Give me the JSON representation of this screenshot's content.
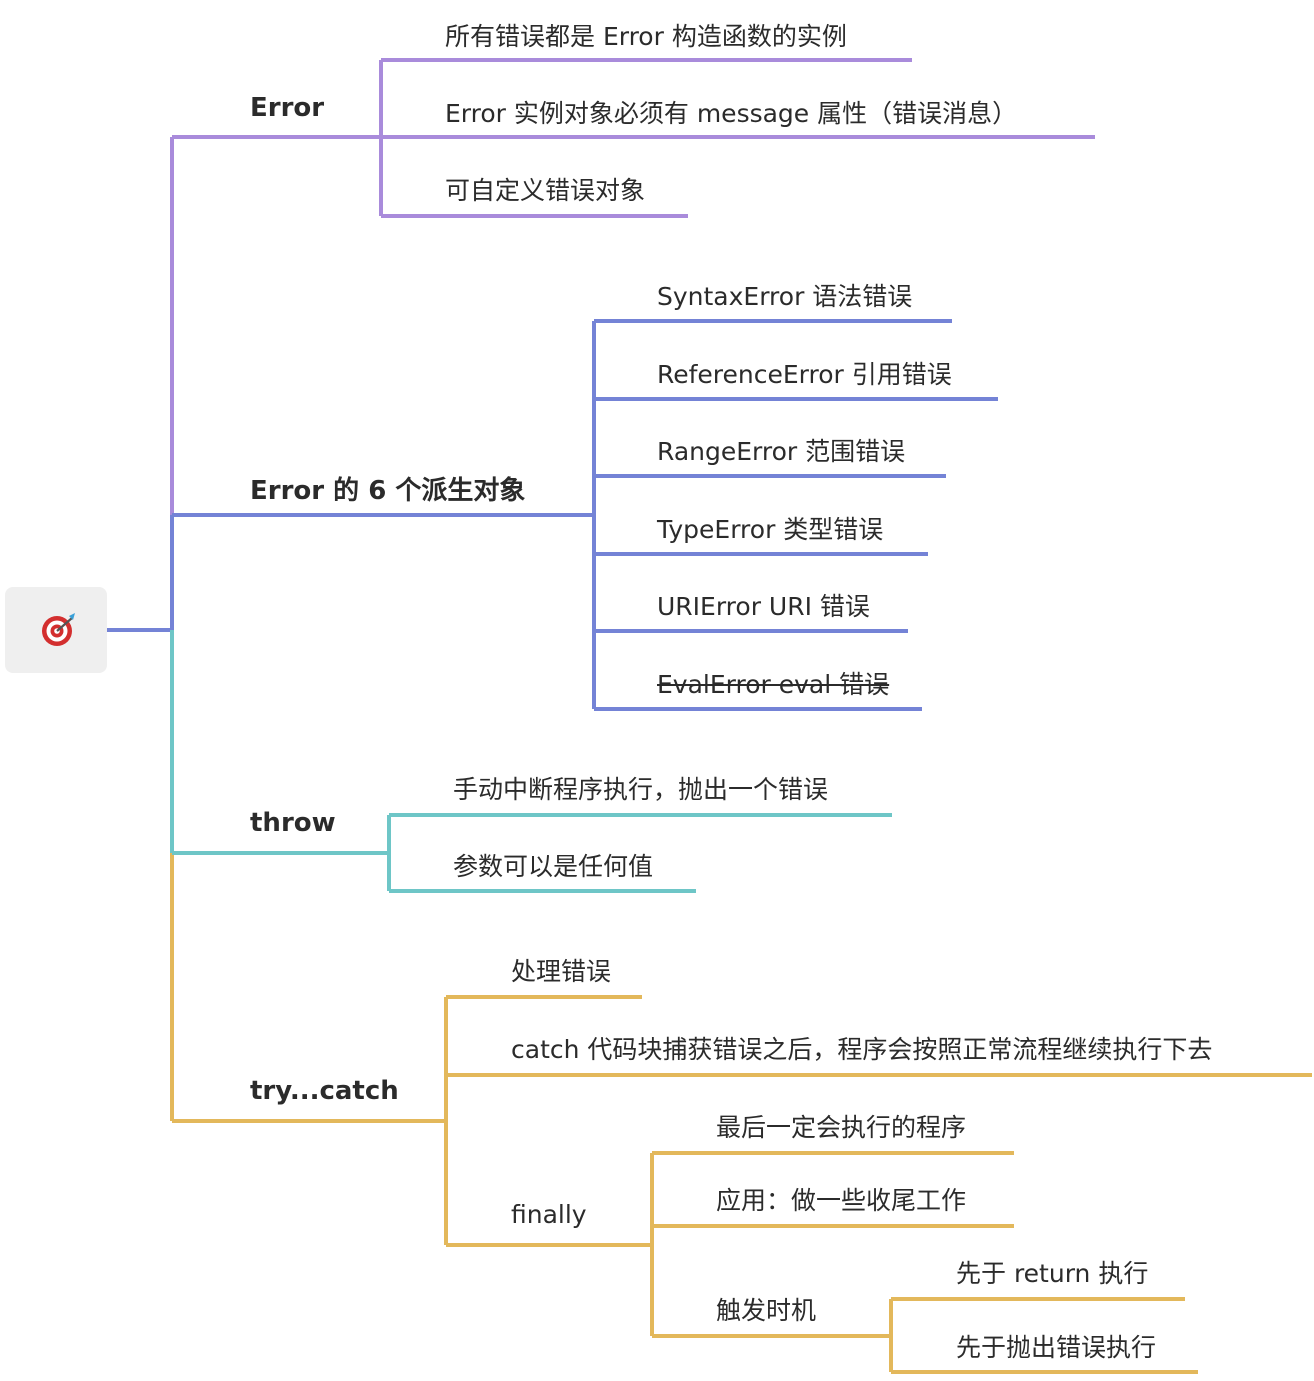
{
  "root": {
    "icon": "target-dart-icon"
  },
  "colors": {
    "error": "#A98BDB",
    "derived": "#7483D6",
    "throw": "#6EC6C7",
    "try": "#E3B85B"
  },
  "branches": {
    "error": {
      "label": "Error",
      "children": [
        "所有错误都是 Error 构造函数的实例",
        "Error 实例对象必须有 message 属性（错误消息）",
        "可自定义错误对象"
      ]
    },
    "derived": {
      "label": "Error 的 6 个派生对象",
      "children": [
        "SyntaxError 语法错误",
        "ReferenceError 引用错误",
        "RangeError 范围错误",
        "TypeError 类型错误",
        "URIError URI 错误",
        "EvalError eval 错误"
      ]
    },
    "throw": {
      "label": "throw",
      "children": [
        "手动中断程序执行，抛出一个错误",
        "参数可以是任何值"
      ]
    },
    "try": {
      "label": "try...catch",
      "children": [
        "处理错误",
        "catch 代码块捕获错误之后，程序会按照正常流程继续执行下去"
      ],
      "finally": {
        "label": "finally",
        "children": [
          "最后一定会执行的程序",
          "应用：做一些收尾工作"
        ],
        "trigger": {
          "label": "触发时机",
          "children": [
            "先于 return 执行",
            "先于抛出错误执行"
          ]
        }
      }
    }
  }
}
